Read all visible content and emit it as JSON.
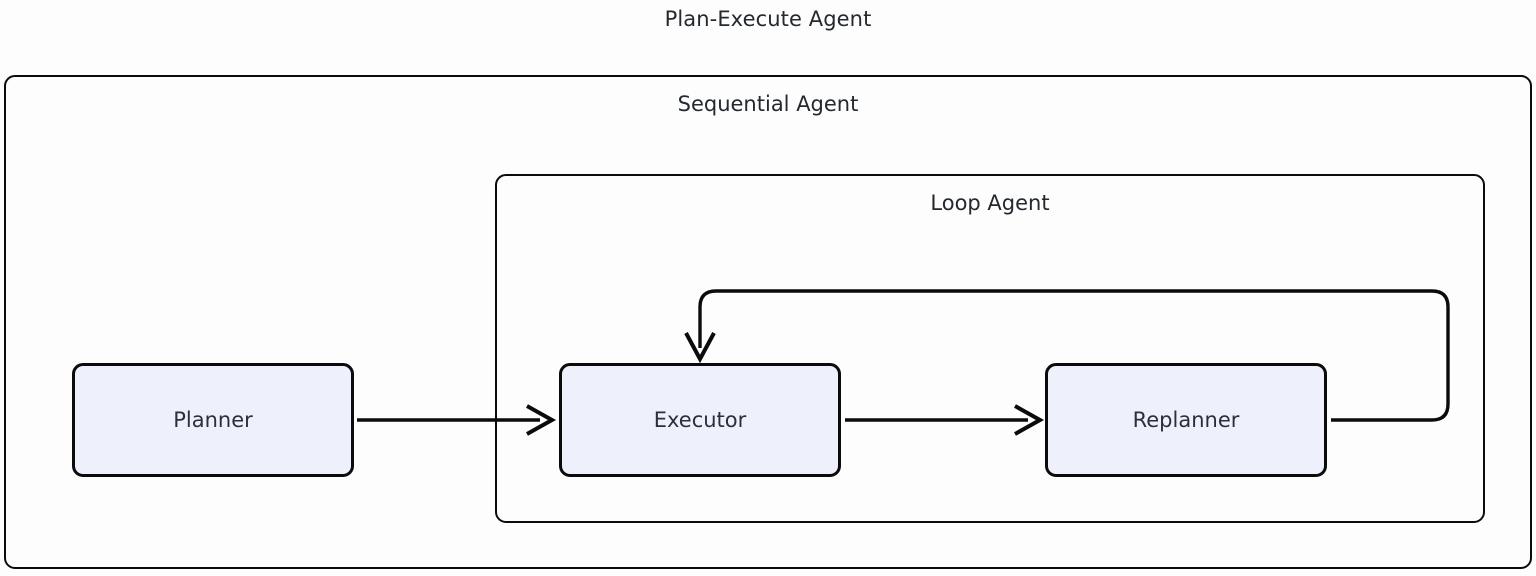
{
  "diagram": {
    "title": "Plan-Execute Agent",
    "type": "flowchart",
    "background_color": "#fdfdfd",
    "containers": [
      {
        "id": "sequential-agent",
        "label": "Sequential Agent",
        "border_color": "#0b0b0c"
      },
      {
        "id": "loop-agent",
        "label": "Loop Agent",
        "border_color": "#0b0b0c"
      }
    ],
    "nodes": [
      {
        "id": "planner",
        "label": "Planner",
        "fill_color": "#eef1fb",
        "border_color": "#0b0b0c",
        "text_color": "#2b3038",
        "parent": "sequential-agent"
      },
      {
        "id": "executor",
        "label": "Executor",
        "fill_color": "#eef1fb",
        "border_color": "#0b0b0c",
        "text_color": "#2b3038",
        "parent": "loop-agent"
      },
      {
        "id": "replanner",
        "label": "Replanner",
        "fill_color": "#eef1fb",
        "border_color": "#0b0b0c",
        "text_color": "#2b3038",
        "parent": "loop-agent"
      }
    ],
    "edges": [
      {
        "id": "planner-to-executor",
        "from": "planner",
        "to": "executor",
        "label": "",
        "arrow": "end",
        "style": "straight"
      },
      {
        "id": "executor-to-replanner",
        "from": "executor",
        "to": "replanner",
        "label": "",
        "arrow": "end",
        "style": "straight"
      },
      {
        "id": "replanner-to-executor-loop",
        "from": "replanner",
        "to": "executor",
        "label": "",
        "arrow": "end",
        "style": "orthogonal-feedback"
      }
    ]
  }
}
